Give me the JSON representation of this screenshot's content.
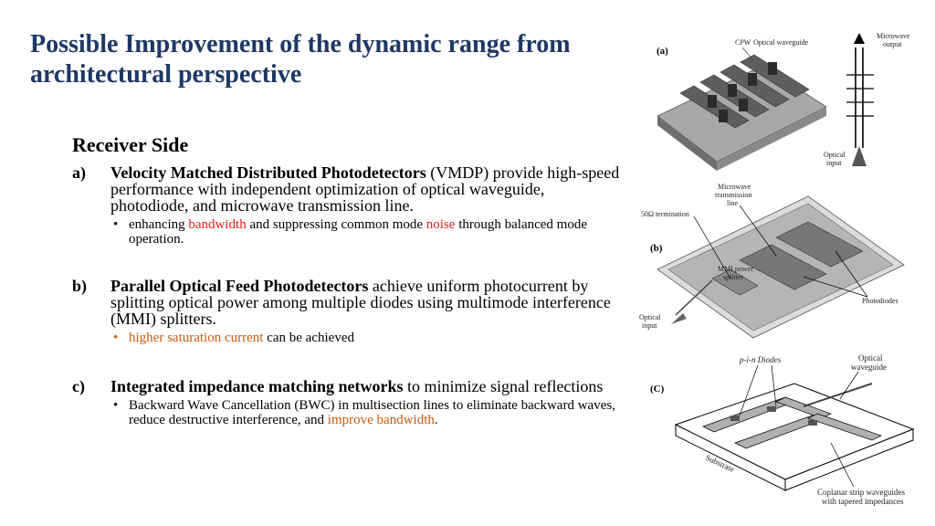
{
  "title": "Possible Improvement of the dynamic range from architectural perspective",
  "section_heading": "Receiver Side",
  "items": [
    {
      "marker": "a)",
      "bold": "Velocity Matched Distributed Photodetectors",
      "text": " (VMDP) provide high-speed performance with independent optimization of optical waveguide, photodiode, and microwave transmission line.",
      "bullet": {
        "t1": "enhancing ",
        "h1": "bandwidth",
        "t2": " and suppressing common mode ",
        "h2": "noise",
        "t3": " through balanced mode operation."
      }
    },
    {
      "marker": "b)",
      "bold": "Parallel Optical Feed Photodetectors",
      "text": " achieve uniform photocurrent by splitting optical power among multiple diodes using multimode interference (MMI) splitters.",
      "bullet": {
        "h1": "higher saturation current",
        "t1": " can be achieved"
      }
    },
    {
      "marker": "c)",
      "bold": "Integrated impedance matching networks",
      "text": " to minimize signal reflections",
      "bullet": {
        "t1": "Backward Wave Cancellation (BWC) in multisection lines to eliminate backward waves, reduce destructive interference, and ",
        "h1": "improve bandwidth",
        "t2": "."
      }
    }
  ],
  "figures": {
    "a": {
      "tag": "(a)",
      "labels": {
        "cpw": "CPW",
        "waveguide": "Optical waveguide",
        "mw1": "Microwave",
        "mw2": "output",
        "oi1": "Optical",
        "oi2": "input"
      }
    },
    "b": {
      "tag": "(b)",
      "labels": {
        "mtl1": "Microwave",
        "mtl2": "transmission",
        "mtl3": "line",
        "term": "50Ω termination",
        "mmi1": "MMI power",
        "mmi2": "splitter",
        "pd": "Photodiodes",
        "oi1": "Optical",
        "oi2": "input"
      }
    },
    "c": {
      "tag": "(C)",
      "labels": {
        "diodes": "p-i-n Diodes",
        "ow1": "Optical",
        "ow2": "waveguide",
        "sub": "Substrate",
        "cps1": "Coplanar strip waveguides",
        "cps2": "with tapered impedances"
      }
    }
  }
}
